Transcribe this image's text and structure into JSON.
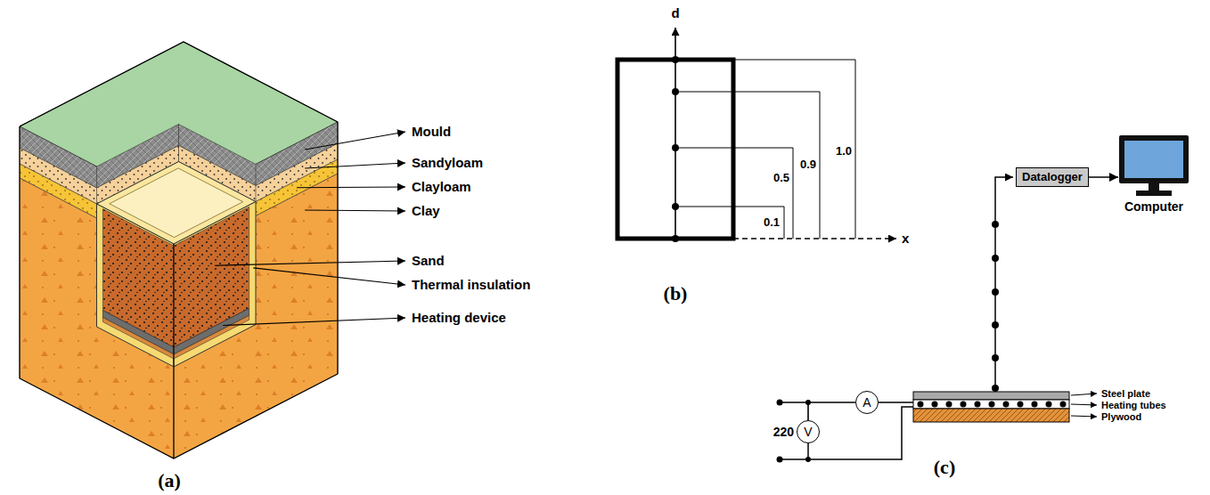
{
  "diagram": {
    "nodes": [
      {
        "text": [
          "Datalogger"
        ]
      },
      {
        "text": [
          "Computer"
        ]
      },
      {
        "text": [
          "A"
        ]
      },
      {
        "text": [
          "V"
        ]
      }
    ],
    "edges": [
      {
        "from": 0,
        "to": 1,
        "arrow": "to"
      },
      {
        "from": 3,
        "to": 2,
        "arrow": "none"
      }
    ],
    "labels": [
      "Mould",
      "Sandyloam",
      "Clayloam",
      "Clay",
      "Sand",
      "Thermal insulation",
      "Heating device",
      "(a)",
      "d",
      "1.0",
      "0.9",
      "0.5",
      "0.1",
      "x",
      "(b)",
      "220",
      "Steel plate",
      "Heating tubes",
      "Plywood",
      "(c)"
    ]
  }
}
